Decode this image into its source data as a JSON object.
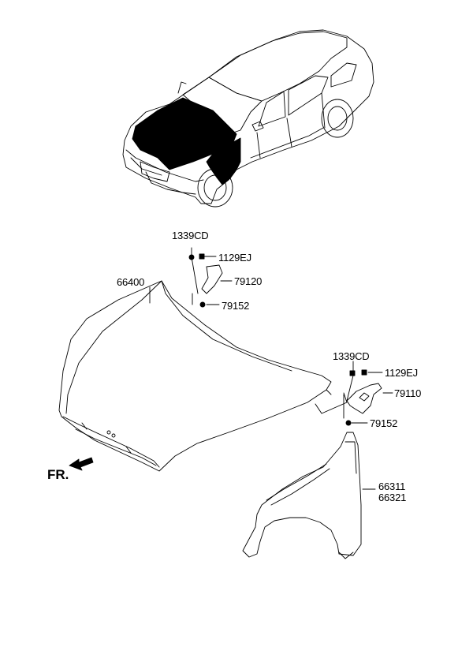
{
  "labels": {
    "hood": "66400",
    "rh_bolt_top": "1339CD",
    "rh_screw": "1129EJ",
    "rh_hinge": "79120",
    "rh_nut": "79152",
    "lh_bolt_top": "1339CD",
    "lh_screw": "1129EJ",
    "lh_hinge": "79110",
    "lh_nut": "79152",
    "fender_1": "66311",
    "fender_2": "66321",
    "front_direction": "FR."
  },
  "colors": {
    "ink": "#000000",
    "paper": "#ffffff",
    "highlight": "#000000"
  }
}
